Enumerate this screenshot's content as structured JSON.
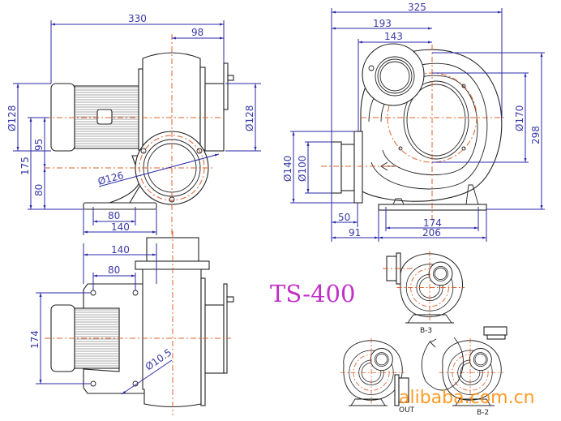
{
  "model_title": "TS-400",
  "front_view": {
    "overall_length": "330",
    "shaft_to_outlet": "98",
    "motor_dia_left": "Ø128",
    "motor_dia_right": "Ø128",
    "axis_height": "175",
    "axis_to_outlet": "95",
    "outlet_height": "80",
    "outlet_dia": "Ø126",
    "base_hole_spacing": "80",
    "base_width": "140"
  },
  "side_view": {
    "overall_width": "325",
    "outlet_to_center": "193",
    "flange_to_center": "143",
    "inlet_circle_dia": "Ø170",
    "overall_height": "298",
    "outlet_flange_dia": "Ø140",
    "outlet_dia": "Ø100",
    "outlet_length": "50",
    "outlet_to_base": "91",
    "base_hole_spacing": "174",
    "base_length": "206"
  },
  "top_view": {
    "base_width": "140",
    "hole_spacing_x": "80",
    "hole_spacing_y": "174",
    "hole_dia": "Ø10.5"
  },
  "orientations": {
    "label_top": "B-3",
    "label_left": "OUT",
    "label_right": "B-2"
  },
  "watermark": "alibaba.com.cn",
  "colors": {
    "dimension": "#2a2aa8",
    "centerline": "#e0602a",
    "title": "#c030c8",
    "watermark": "#ff8a00"
  }
}
